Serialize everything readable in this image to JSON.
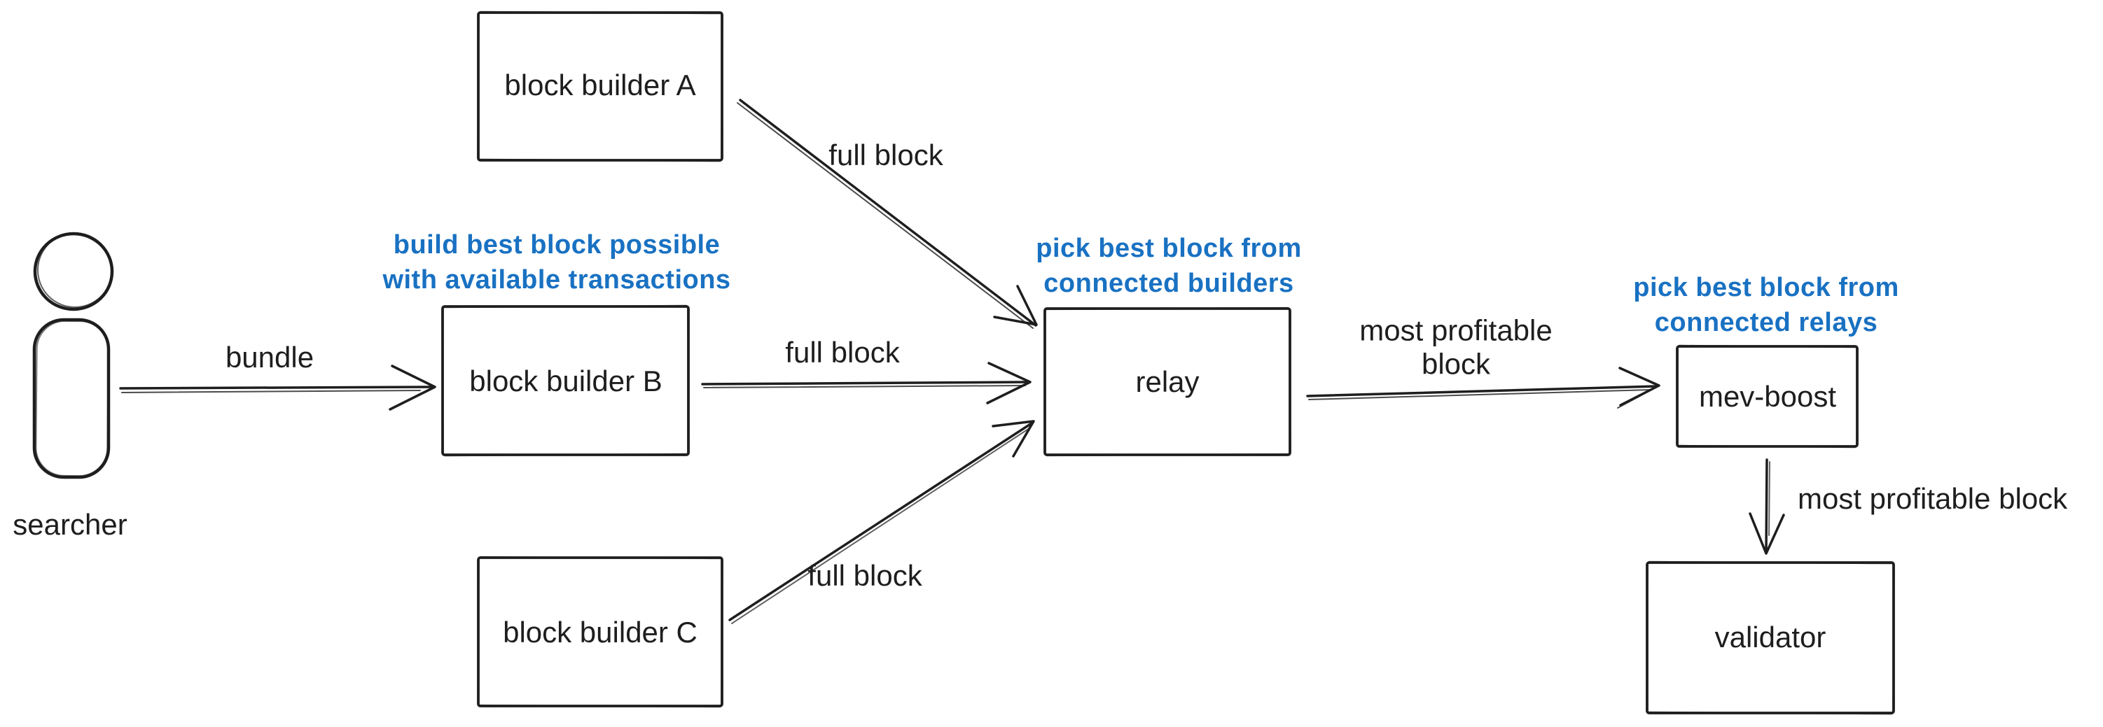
{
  "canvas": {
    "background": "#ffffff",
    "ink_color": "#1e1e1e",
    "accent_blue": "#1971c2"
  },
  "actor": {
    "label": "searcher"
  },
  "nodes": {
    "builder_a": {
      "label": "block builder A"
    },
    "builder_b": {
      "label": "block builder B"
    },
    "builder_c": {
      "label": "block builder C"
    },
    "relay": {
      "label": "relay"
    },
    "mev_boost": {
      "label": "mev-boost"
    },
    "validator": {
      "label": "validator"
    }
  },
  "edge_labels": {
    "bundle": "bundle",
    "full_block_a": "full block",
    "full_block_b": "full block",
    "full_block_c": "full block",
    "most_profitable_l1": "most profitable",
    "most_profitable_l2": "block",
    "most_profitable_block": "most profitable block"
  },
  "annotations": {
    "builder_note_l1": "build best block possible",
    "builder_note_l2": "with available transactions",
    "relay_note_l1": "pick best block from",
    "relay_note_l2": "connected builders",
    "mev_note_l1": "pick best block from",
    "mev_note_l2": "connected relays"
  }
}
